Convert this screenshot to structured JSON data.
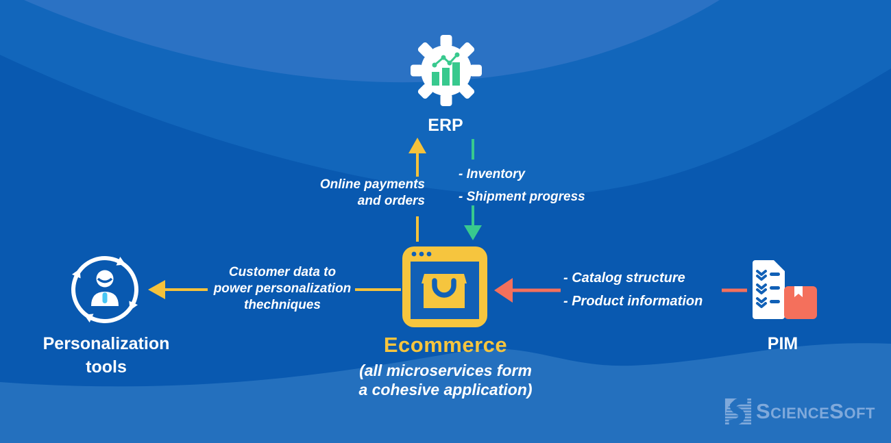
{
  "background": {
    "base_blue": "#1266bb",
    "top_wave_light": "#2b72c4",
    "dark_wave": "#0959b0",
    "bottom_band": "#2470be"
  },
  "palette": {
    "arrow_yellow": "#f5c23b",
    "arrow_green": "#38c98e",
    "arrow_salmon": "#f4705c",
    "text_white": "#ffffff",
    "icon_yellow": "#f6c53e",
    "icon_blue": "#1160b6",
    "tie_cyan": "#49c7f4",
    "logo_blue": "#7fa9db"
  },
  "nodes": {
    "erp": {
      "label": "ERP",
      "icon": "gear-growth-chart-icon"
    },
    "ecommerce": {
      "label": "Ecommerce",
      "subtitle_line1": "(all microservices form",
      "subtitle_line2": "a cohesive application)",
      "icon": "browser-shopping-bag-icon"
    },
    "personalization": {
      "label_line1": "Personalization",
      "label_line2": "tools",
      "icon": "user-rotating-arrows-icon"
    },
    "pim": {
      "label": "PIM",
      "icon": "checklist-document-package-icon"
    }
  },
  "flows": {
    "ecommerce_to_erp": {
      "direction": "up",
      "color": "#f5c23b",
      "label_line1": "Online payments",
      "label_line2": "and orders"
    },
    "erp_to_ecommerce": {
      "direction": "down",
      "color": "#38c98e",
      "items": [
        "- Inventory",
        "- Shipment progress"
      ]
    },
    "ecommerce_to_personalization": {
      "direction": "left",
      "color": "#f5c23b",
      "label_line1": "Customer data to",
      "label_line2": "power personalization",
      "label_line3": "thechniques"
    },
    "pim_to_ecommerce": {
      "direction": "left",
      "color": "#f4705c",
      "items": [
        "- Catalog structure",
        "- Product information"
      ]
    }
  },
  "logo": {
    "text": "ScienceSoft"
  }
}
